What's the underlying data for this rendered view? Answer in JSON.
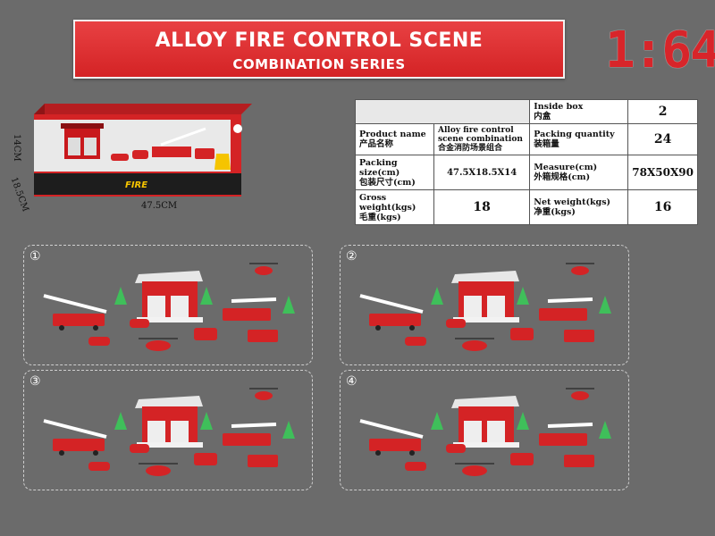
{
  "banner": {
    "title": "ALLOY FIRE CONTROL SCENE",
    "subtitle": "COMBINATION SERIES"
  },
  "scale": "1:64",
  "box": {
    "height_label": "14CM",
    "depth_label": "18.5CM",
    "width_label": "47.5CM",
    "colors": {
      "red": "#d42325",
      "dark": "#222222",
      "yellow": "#f5c400"
    }
  },
  "specs": {
    "inside_box_label": "Inside box",
    "inside_box_label_cn": "内盒",
    "inside_box_value": "2",
    "product_name_label": "Product name",
    "product_name_label_cn": "产品名称",
    "product_name_value_en": "Alloy fire control scene combination",
    "product_name_value_cn": "合金消防场景组合",
    "packing_qty_label": "Packing quantity",
    "packing_qty_label_cn": "装箱量",
    "packing_qty_value": "24",
    "packing_size_label": "Packing size(cm)",
    "packing_size_label_cn": "包装尺寸(cm)",
    "packing_size_value": "47.5X18.5X14",
    "measure_label": "Measure(cm)",
    "measure_label_cn": "外箱规格(cm)",
    "measure_value": "78X50X90",
    "gross_weight_label": "Gross weight(kgs)",
    "gross_weight_label_cn": "毛重(kgs)",
    "gross_weight_value": "18",
    "net_weight_label": "Net weight(kgs)",
    "net_weight_label_cn": "净重(kgs)",
    "net_weight_value": "16"
  },
  "panels": [
    {
      "number": "①"
    },
    {
      "number": "②"
    },
    {
      "number": "③"
    },
    {
      "number": "④"
    }
  ]
}
